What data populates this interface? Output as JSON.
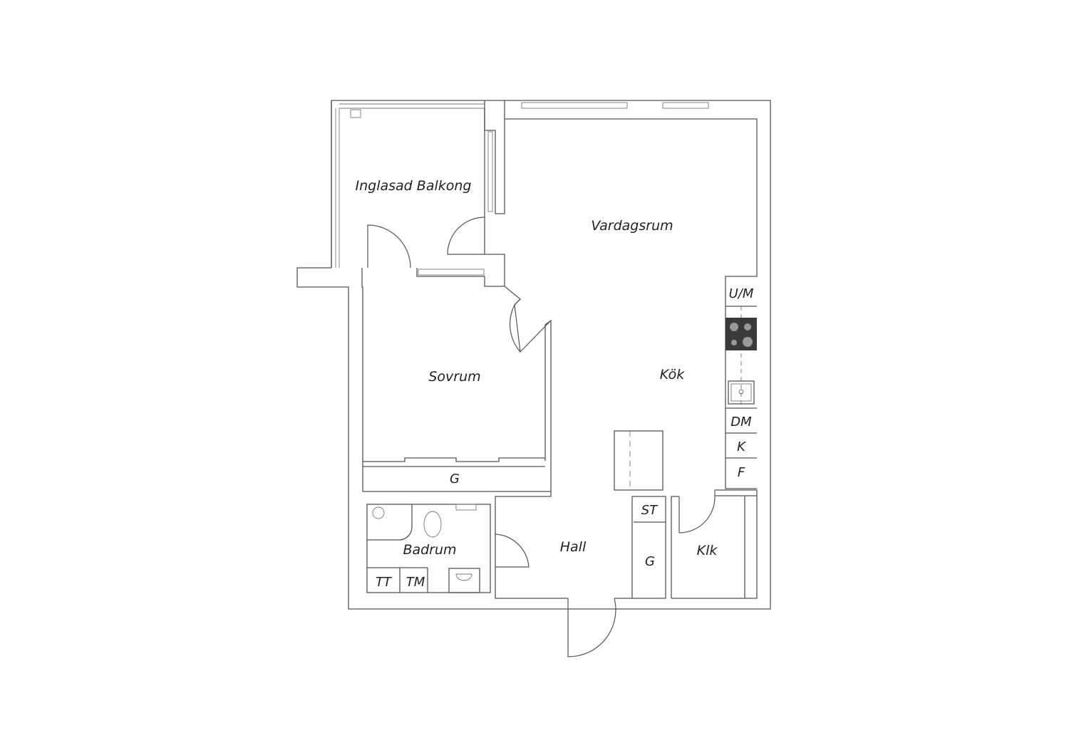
{
  "rooms": {
    "balcony": "Inglasad Balkong",
    "living": "Vardagsrum",
    "kitchen": "Kök",
    "bedroom": "Sovrum",
    "bath": "Badrum",
    "hall": "Hall",
    "closet": "Klk"
  },
  "fixtures": {
    "um": "U/M",
    "dm": "DM",
    "k": "K",
    "f": "F",
    "bed_wardrobe": "G",
    "hall_wardrobe": "G",
    "st": "ST",
    "tt": "TT",
    "tm": "TM"
  },
  "colors": {
    "wall": "#555555",
    "stove": "#3a3a3a"
  }
}
